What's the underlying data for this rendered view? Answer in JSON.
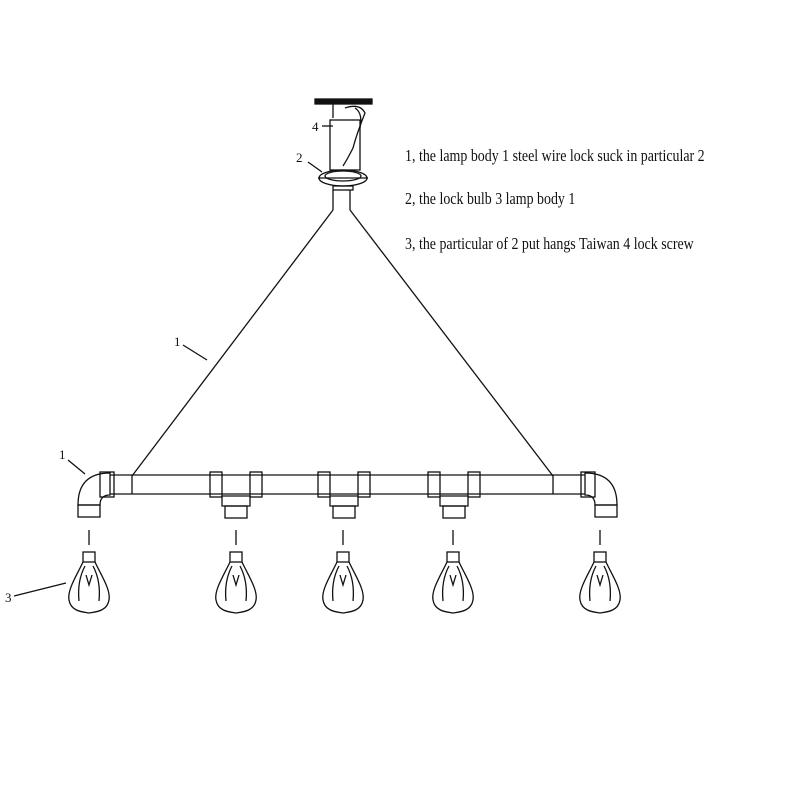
{
  "notes": [
    "1, the lamp body 1 steel wire lock suck in particular 2",
    "2, the lock bulb 3 lamp body 1",
    "3, the particular of 2 put hangs Taiwan 4 lock screw"
  ],
  "callouts": {
    "wire": "1",
    "elbow": "1",
    "bulb": "3",
    "flange": "2",
    "screw": "4"
  }
}
